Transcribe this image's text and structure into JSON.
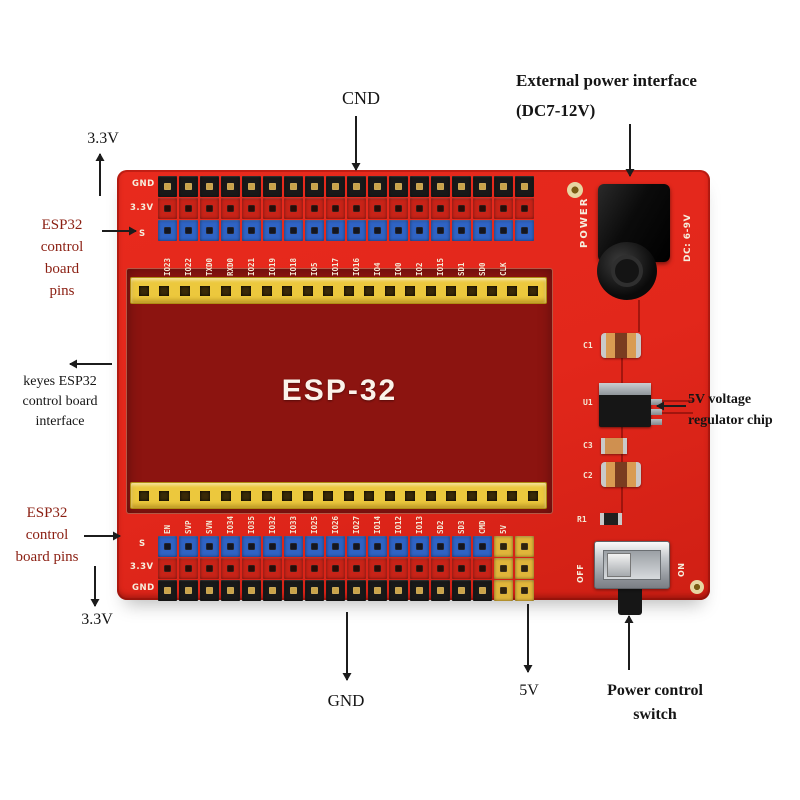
{
  "annotations": {
    "cnd": "CND",
    "external_power": [
      "External power interface",
      "(DC7-12V)"
    ],
    "v33_top": "3.3V",
    "pins_top": [
      "ESP32",
      "control",
      "board",
      "pins"
    ],
    "keyes_interface": [
      "keyes ESP32",
      "control board",
      "interface"
    ],
    "pins_bottom": [
      "ESP32",
      "control",
      "board pins"
    ],
    "v33_bottom": "3.3V",
    "gnd_bottom": "GND",
    "v5_bottom": "5V",
    "power_switch": [
      "Power control",
      "switch"
    ],
    "regulator": [
      "5V voltage",
      "regulator chip"
    ]
  },
  "board": {
    "chip_label": "ESP-32",
    "row_labels_top": [
      "GND",
      "3.3V",
      "S"
    ],
    "row_labels_bottom": [
      "S",
      "3.3V",
      "GND"
    ],
    "pin_labels_top": [
      "IO23",
      "IO22",
      "TXD0",
      "RXD0",
      "IO21",
      "IO19",
      "IO18",
      "IO5",
      "IO17",
      "IO16",
      "IO4",
      "IO0",
      "IO2",
      "IO15",
      "SD1",
      "SD0",
      "CLK"
    ],
    "pin_labels_bottom": [
      "EN",
      "SVP",
      "SVN",
      "IO34",
      "IO35",
      "IO32",
      "IO33",
      "IO25",
      "IO26",
      "IO27",
      "IO14",
      "IO12",
      "IO13",
      "SD2",
      "SD3",
      "CMD",
      "5V"
    ],
    "power_label": "POWER",
    "dc_label": "DC: 6-9V",
    "components": {
      "c1": "C1",
      "u1": "U1",
      "c3": "C3",
      "c2": "C2",
      "r1": "R1",
      "off": "OFF",
      "on": "ON"
    },
    "columns": 18,
    "strip_holes": 20
  },
  "colors": {
    "board_red": "#e2271b",
    "module_maroon": "#8c1410",
    "header_yellow": "#ecc83d",
    "pin_black": "#191919",
    "pin_red": "#c82318",
    "pin_blue": "#2f63c4",
    "pin_yellow": "#e0b53a",
    "silkscreen": "#f6eedd",
    "annotation_dark_red": "#8b1f12",
    "annotation_black": "#151515"
  }
}
